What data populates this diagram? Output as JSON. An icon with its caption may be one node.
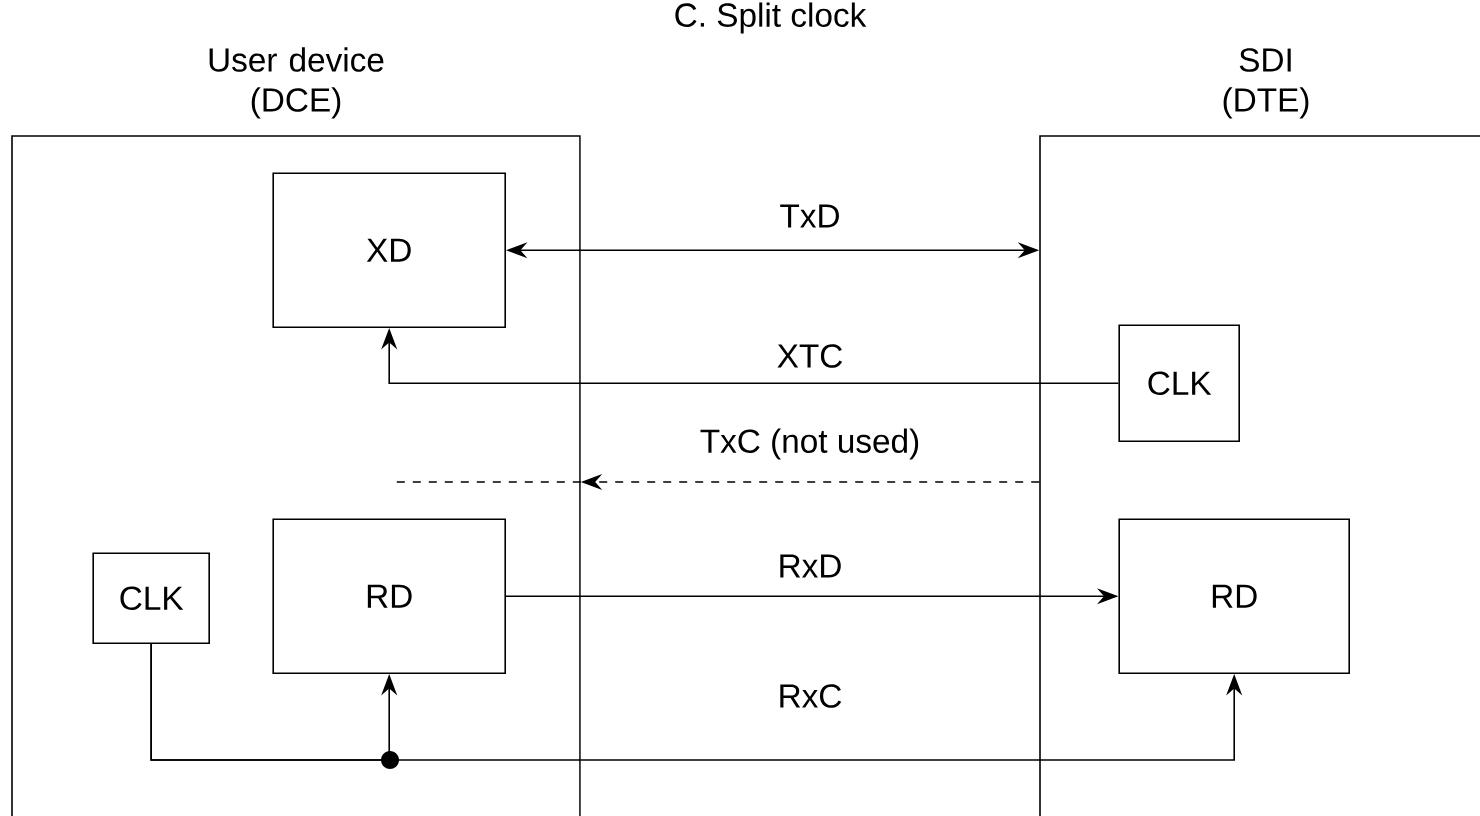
{
  "diagram": {
    "title": "C. Split clock",
    "nodes": [
      {
        "text": [
          "User device (DCE)"
        ]
      },
      {
        "text": [
          "SDI (DTE)"
        ]
      },
      {
        "text": [
          "XD"
        ],
        "in": 0
      },
      {
        "text": [
          "CLK"
        ],
        "in": 1
      },
      {
        "text": [
          "CLK"
        ],
        "in": 0
      },
      {
        "text": [
          "RD"
        ],
        "in": 0
      },
      {
        "text": [
          "RD"
        ],
        "in": 1
      }
    ],
    "edges": [
      {
        "from": 2,
        "to": 1,
        "arrow": "both",
        "label": "TxD"
      },
      {
        "from": 3,
        "to": 2,
        "arrow": "to",
        "label": "XTC"
      },
      {
        "from": 1,
        "to": 0,
        "arrow": "to",
        "label": "TxC (not used)",
        "style": "dashed"
      },
      {
        "from": 5,
        "to": 6,
        "arrow": "to",
        "label": "RxD"
      },
      {
        "from": 4,
        "to": 6,
        "arrow": "to",
        "label": "RxC"
      },
      {
        "from": 4,
        "to": 5,
        "arrow": "to"
      }
    ]
  }
}
